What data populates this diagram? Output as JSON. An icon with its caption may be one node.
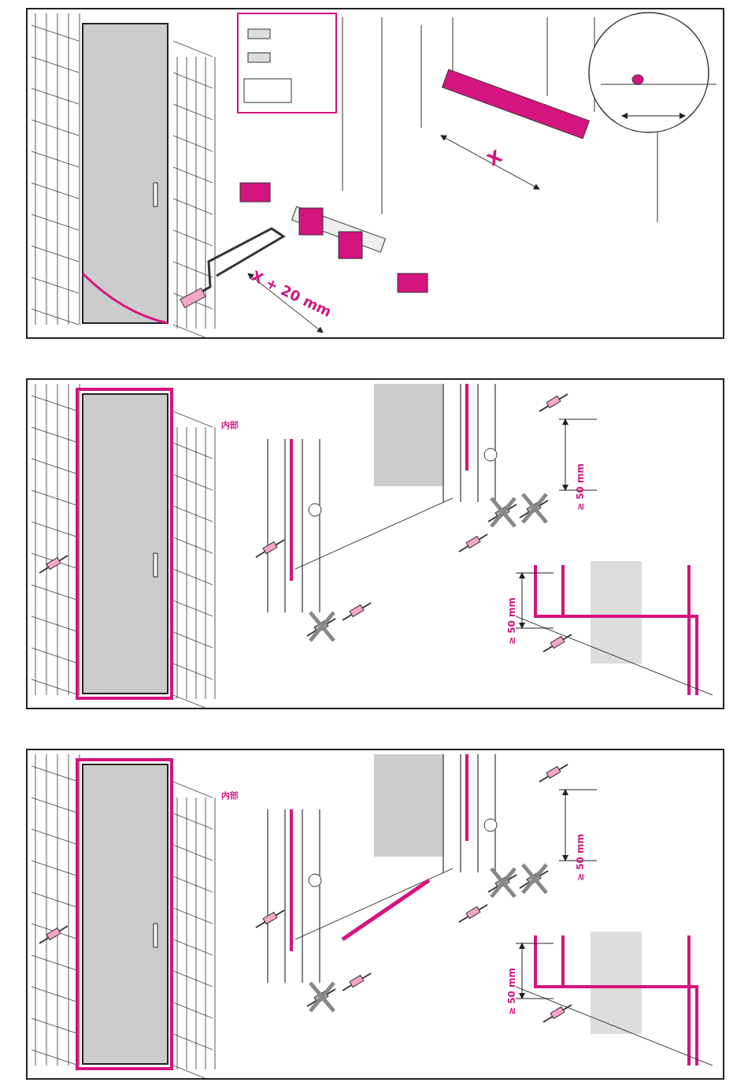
{
  "diagram": {
    "labels": [
      "X",
      "X + 20 mm",
      "内部",
      "≥ 50 mm",
      "≥ 50 mm",
      "内部",
      "≥ 50 mm",
      "≥ 50 mm"
    ]
  }
}
